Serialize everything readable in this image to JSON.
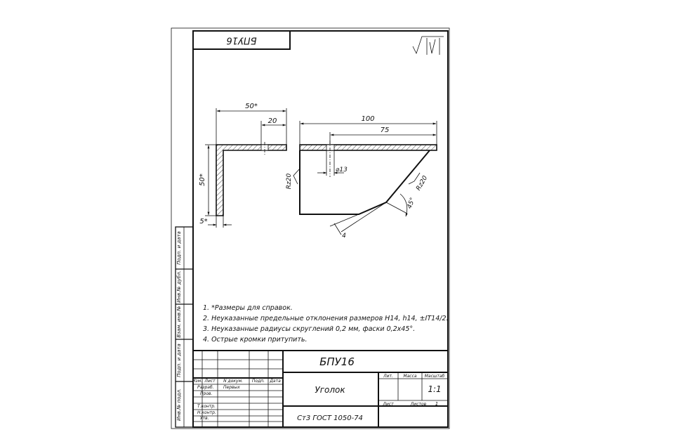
{
  "stamp_number": "БПУ16",
  "roughness_mark": "√(√)",
  "front_view": {
    "dim_width": "50*",
    "dim_hole_offset": "20",
    "dim_height": "50*",
    "dim_thickness": "5*"
  },
  "plan_view": {
    "dim_length": "100",
    "dim_hole_pos": "75",
    "dim_hole_dia": "⌀13",
    "roughness_left": "Rz20",
    "roughness_right": "Rz20",
    "dim_angle": "45°",
    "dim_small": "4"
  },
  "notes": [
    "1. *Размеры для справок.",
    "2. Неуказанные предельные отклонения размеров H14, h14, ±IT14/2.",
    "3. Неуказанные радиусы скруглений 0,2 мм, фаски 0,2х45°.",
    "4. Острые кромки притупить."
  ],
  "side_strip": [
    "Подп. и дата",
    "Инв.№ дубл.",
    "Взам. инв.№",
    "Подп. и дата",
    "Инв.№ подл."
  ],
  "title_block": {
    "designation": "БПУ16",
    "part_name": "Уголок",
    "material": "Ст3 ГОСТ 1050-74",
    "col_lit": "Лит.",
    "col_mass": "Масса",
    "col_scale": "Масштаб",
    "scale_value": "1:1",
    "sheet_label": "Лист",
    "sheets_label": "Листов",
    "sheets_value": "1",
    "head_change": "Изм.",
    "head_sheet": "Лист",
    "head_doc": "N докум.",
    "head_sign": "Подп.",
    "head_date": "Дата",
    "role_developer": "Разраб.",
    "developer_name": "Первых",
    "role_checker": "Пров.",
    "role_tcontrol": "Т.контр.",
    "role_ncontrol": "Н.контр.",
    "role_approved": "Утв."
  }
}
